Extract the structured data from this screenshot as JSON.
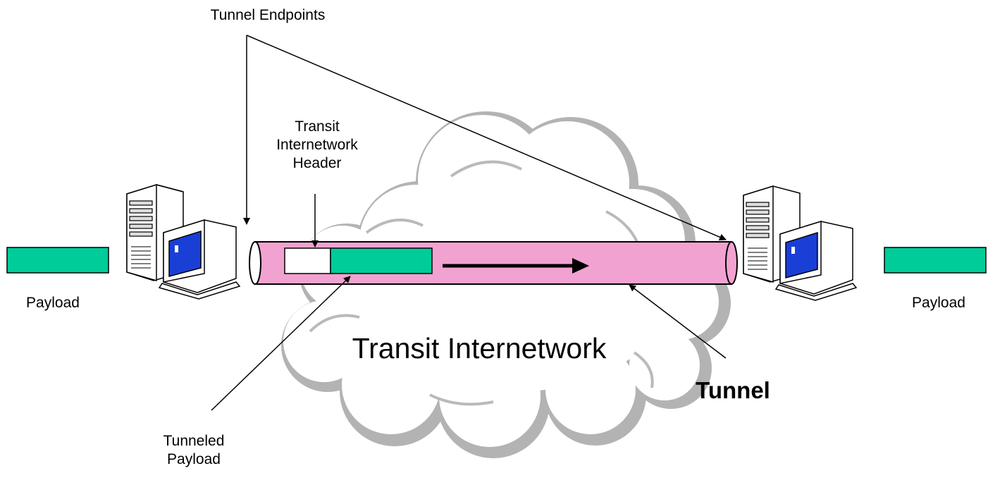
{
  "labels": {
    "tunnel_endpoints": "Tunnel Endpoints",
    "header_line1": "Transit",
    "header_line2": "Internetwork",
    "header_line3": "Header",
    "payload_left": "Payload",
    "payload_right": "Payload",
    "cloud": "Transit Internetwork",
    "tunnel": "Tunnel",
    "tunneled_line1": "Tunneled",
    "tunneled_line2": "Payload"
  },
  "colors": {
    "payload": "#00cc99",
    "tunnel": "#f2a2d0",
    "cloud_shadow": "#b3b3b3",
    "cloud_fill": "#ffffff",
    "monitor_screen": "#1a3fd6",
    "computer_body": "#ffffff"
  }
}
